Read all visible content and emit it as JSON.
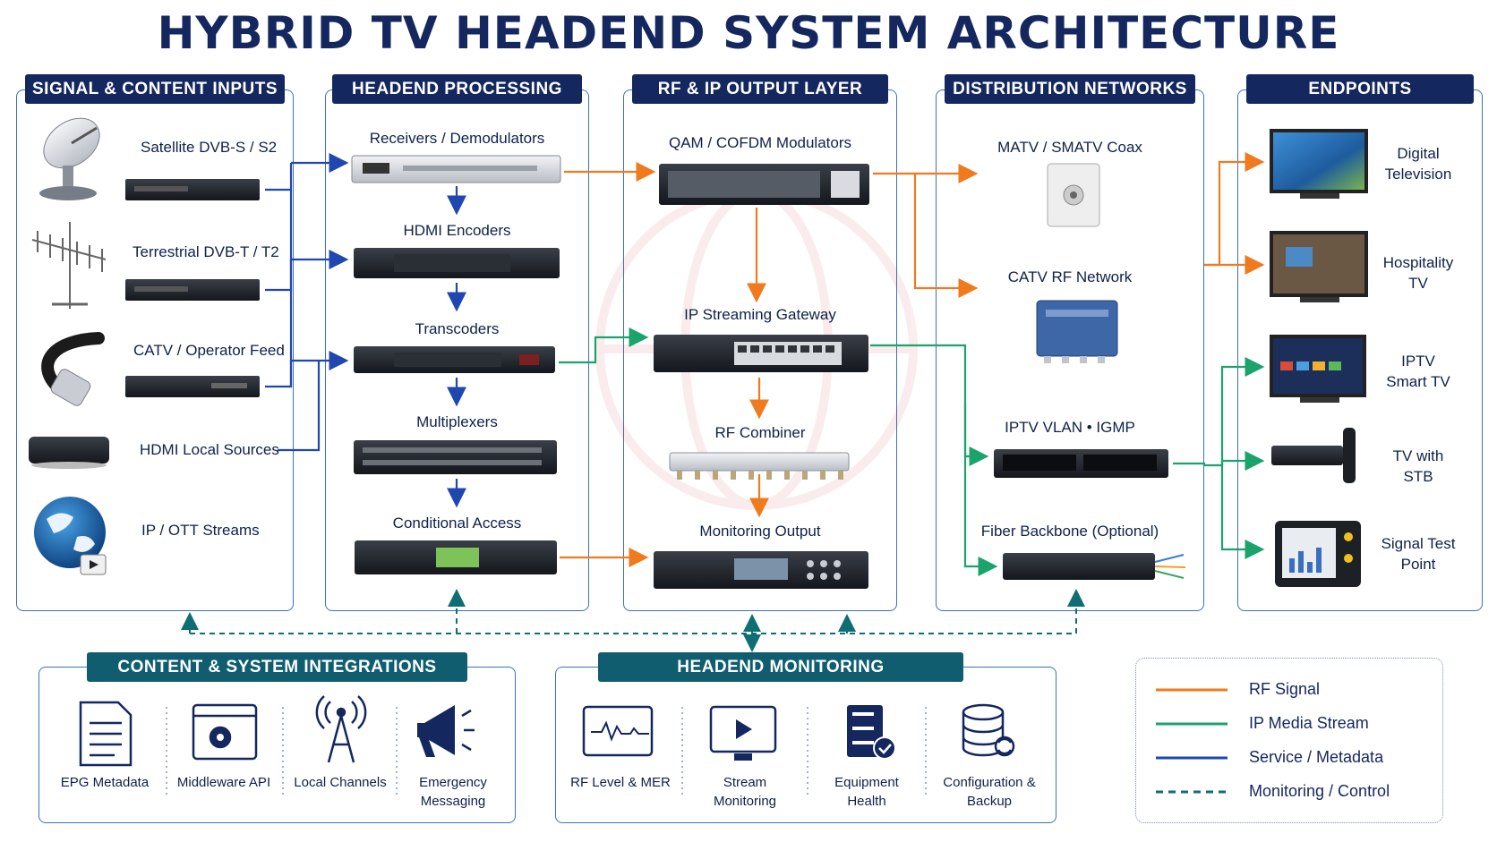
{
  "title": "HYBRID TV HEADEND SYSTEM ARCHITECTURE",
  "colors": {
    "rf": "#f07a1e",
    "ip": "#1aa36b",
    "service": "#2046b0",
    "monitoring": "#0f6e74",
    "navy": "#14275e"
  },
  "panels": {
    "inputs": {
      "title": "SIGNAL & CONTENT INPUTS",
      "items": [
        "Satellite DVB-S / S2",
        "Terrestrial DVB-T / T2",
        "CATV / Operator Feed",
        "HDMI Local Sources",
        "IP / OTT Streams"
      ]
    },
    "processing": {
      "title": "HEADEND PROCESSING",
      "items": [
        "Receivers / Demodulators",
        "HDMI Encoders",
        "Transcoders",
        "Multiplexers",
        "Conditional Access"
      ]
    },
    "output": {
      "title": "RF & IP OUTPUT LAYER",
      "items": [
        "QAM / COFDM Modulators",
        "IP Streaming Gateway",
        "RF Combiner",
        "Monitoring Output"
      ]
    },
    "distribution": {
      "title": "DISTRIBUTION NETWORKS",
      "items": [
        "MATV / SMATV Coax",
        "CATV RF Network",
        "IPTV VLAN • IGMP",
        "Fiber Backbone (Optional)"
      ]
    },
    "endpoints": {
      "title": "ENDPOINTS",
      "items": [
        "Digital Television",
        "Hospitality TV",
        "IPTV Smart TV",
        "TV with STB",
        "Signal Test Point"
      ],
      "items_line1": [
        "Digital",
        "Hospitality",
        "IPTV",
        "TV with",
        "Signal Test"
      ],
      "items_line2": [
        "Television",
        "TV",
        "Smart TV",
        "STB",
        "Point"
      ]
    },
    "integrations": {
      "title": "CONTENT & SYSTEM INTEGRATIONS",
      "items": [
        "EPG Metadata",
        "Middleware API",
        "Local Channels",
        "Emergency Messaging"
      ],
      "line1": [
        "EPG Metadata",
        "Middleware API",
        "Local Channels",
        "Emergency"
      ],
      "line2": [
        "",
        "",
        "",
        "Messaging"
      ]
    },
    "monitoring": {
      "title": "HEADEND MONITORING",
      "line1": [
        "RF Level & MER",
        "Stream",
        "Equipment",
        "Configuration &"
      ],
      "line2": [
        "",
        "Monitoring",
        "Health",
        "Backup"
      ]
    }
  },
  "legend": [
    {
      "label": "RF Signal",
      "color": "#f07a1e",
      "style": "solid"
    },
    {
      "label": "IP Media Stream",
      "color": "#1aa36b",
      "style": "solid"
    },
    {
      "label": "Service / Metadata",
      "color": "#2046b0",
      "style": "solid"
    },
    {
      "label": "Monitoring / Control",
      "color": "#0f6e74",
      "style": "dashed"
    }
  ]
}
